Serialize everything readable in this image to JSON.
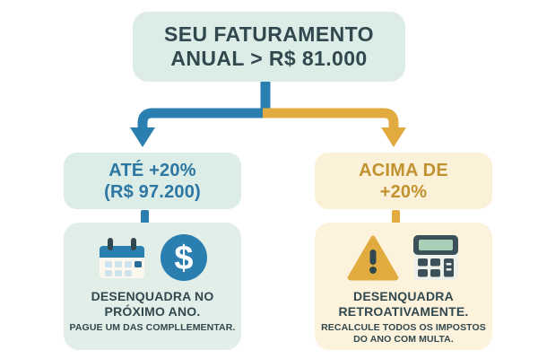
{
  "title": {
    "line1": "SEU FATURAMENTO",
    "line2": "ANUAL > R$ 81.000"
  },
  "branches": {
    "left": {
      "line1": "ATÉ +20%",
      "line2": "(R$ 97.200)",
      "arrow_color": "#2b7fb0",
      "box_color": "#dcece6",
      "text_color": "#2b76a3"
    },
    "right": {
      "line1": "ACIMA DE",
      "line2": "+20%",
      "arrow_color": "#e2ab40",
      "box_color": "#fbf0d8",
      "text_color": "#c09230"
    }
  },
  "results": {
    "left": {
      "head_line1": "DESENQUADRA NO",
      "head_line2": "PRÓXIMO ANO.",
      "sub_line1": "PAGUE UM DAS COMPLLEMENTAR.",
      "sub_line2": "",
      "card_color": "#e2eee8",
      "icons": [
        "calendar-icon",
        "dollar-coin-icon"
      ]
    },
    "right": {
      "head_line1": "DESENQUADRA",
      "head_line2": "RETROATIVAMENTE.",
      "sub_line1": "RECALCULE TODOS OS IMPOSTOS",
      "sub_line2": "DO ANO COM MULTA.",
      "card_color": "#fdf2dc",
      "icons": [
        "warning-triangle-icon",
        "calculator-icon"
      ]
    }
  },
  "palette": {
    "dark_slate": "#31484f",
    "blue": "#2b7fb0",
    "amber": "#e2ab40",
    "mint": "#dcece6",
    "cream": "#fbf0d8",
    "white": "#ffffff"
  }
}
